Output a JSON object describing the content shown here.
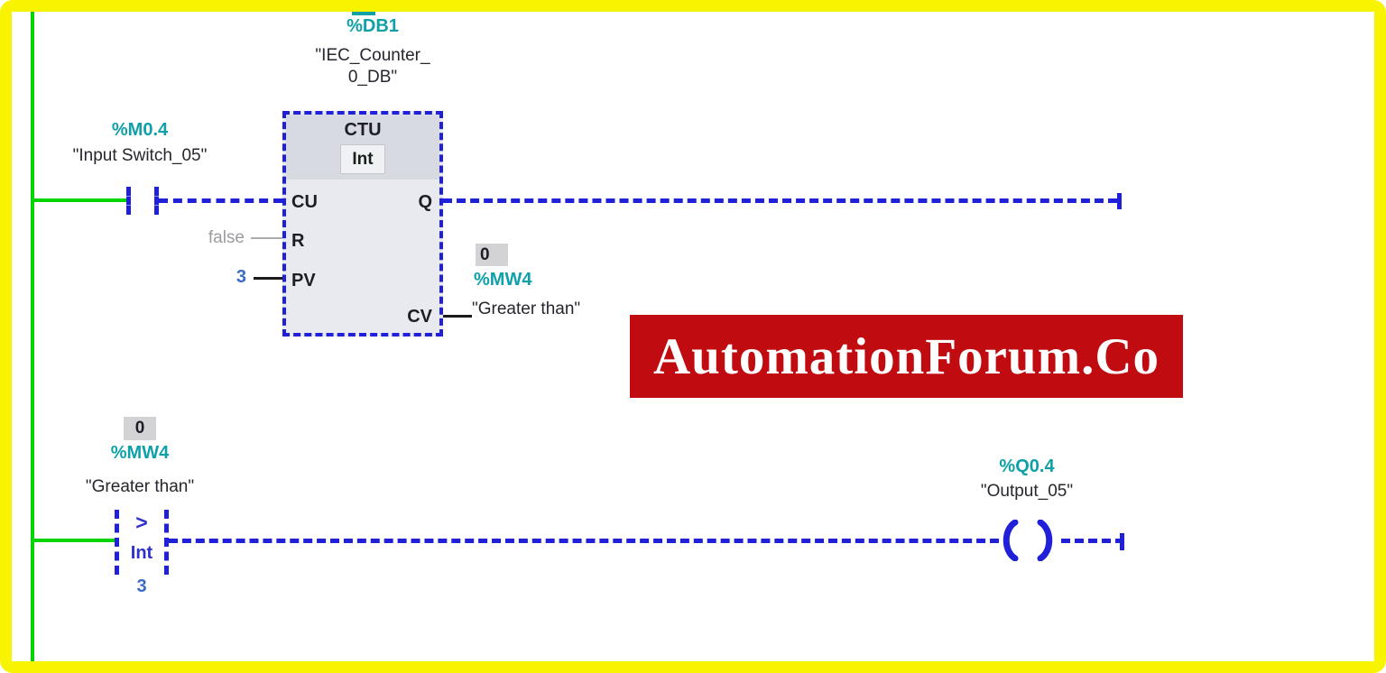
{
  "colors": {
    "operand_teal": "#0FA0A8",
    "wire_blue": "#2020D8",
    "rail_green": "#00D400",
    "banner_red": "#C00B10",
    "banner_text": "#FFFFFF",
    "value_blue": "#3B6BC7",
    "false_gray": "#9B9BA0",
    "block_body": "#E9EAEF",
    "block_header": "#D8DAE2",
    "frame_yellow": "#F8F400"
  },
  "network1": {
    "db_address": "%DB1",
    "db_name_line1": "\"IEC_Counter_",
    "db_name_line2": "0_DB\"",
    "contact_address": "%M0.4",
    "contact_name": "\"Input Switch_05\"",
    "block_title": "CTU",
    "block_type": "Int",
    "pin_cu": "CU",
    "pin_r": "R",
    "pin_pv": "PV",
    "pin_q": "Q",
    "pin_cv": "CV",
    "r_value": "false",
    "pv_value": "3",
    "cv_monitor_value": "0",
    "cv_address": "%MW4",
    "cv_name": "\"Greater than\""
  },
  "watermark": {
    "text": "AutomationForum.Co"
  },
  "network2": {
    "monitor_value": "0",
    "address": "%MW4",
    "name": "\"Greater than\"",
    "compare_symbol": ">",
    "compare_type": "Int",
    "compare_value": "3",
    "coil_address": "%Q0.4",
    "coil_name": "\"Output_05\""
  }
}
